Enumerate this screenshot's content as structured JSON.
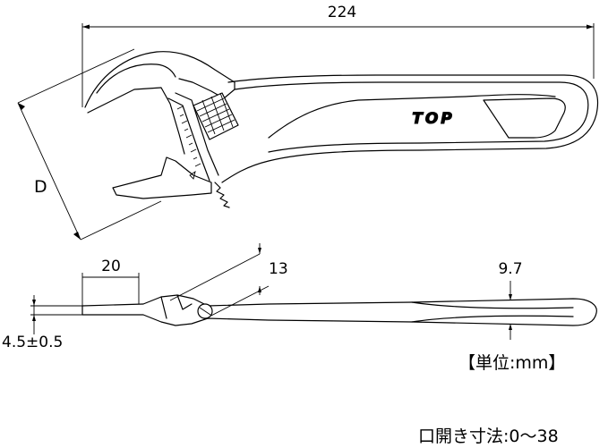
{
  "dimensions": {
    "overall_length": "224",
    "jaw_capacity_label": "D",
    "jaw_width": "20",
    "head_thickness": "13",
    "handle_thickness": "9.7",
    "jaw_tip_thickness": "4.5±0.5"
  },
  "brand_logo": "TOP",
  "unit_label": "【単位:mm】",
  "jaw_opening_label": "口開き寸法:0〜38"
}
